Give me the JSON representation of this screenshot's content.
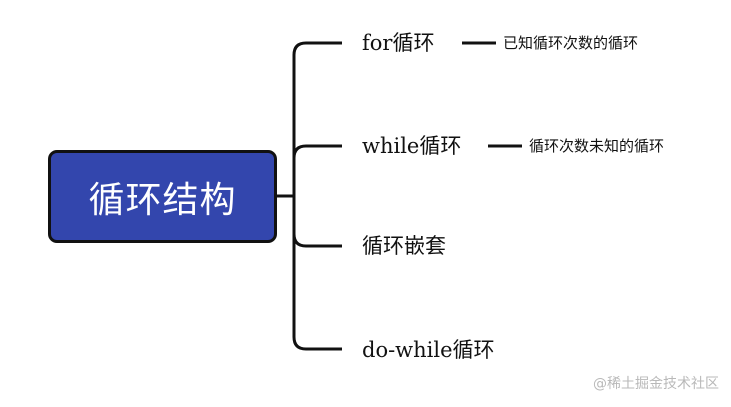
{
  "root": {
    "label": "循环结构",
    "fill_color": "#3346ad",
    "border_color": "#111111"
  },
  "branches": [
    {
      "label": "for循环",
      "note": "已知循环次数的循环"
    },
    {
      "label": "while循环",
      "note": "循环次数未知的循环"
    },
    {
      "label": "循环嵌套"
    },
    {
      "label": "do-while循环"
    }
  ],
  "watermark": "@稀土掘金技术社区",
  "line_color": "#111111"
}
